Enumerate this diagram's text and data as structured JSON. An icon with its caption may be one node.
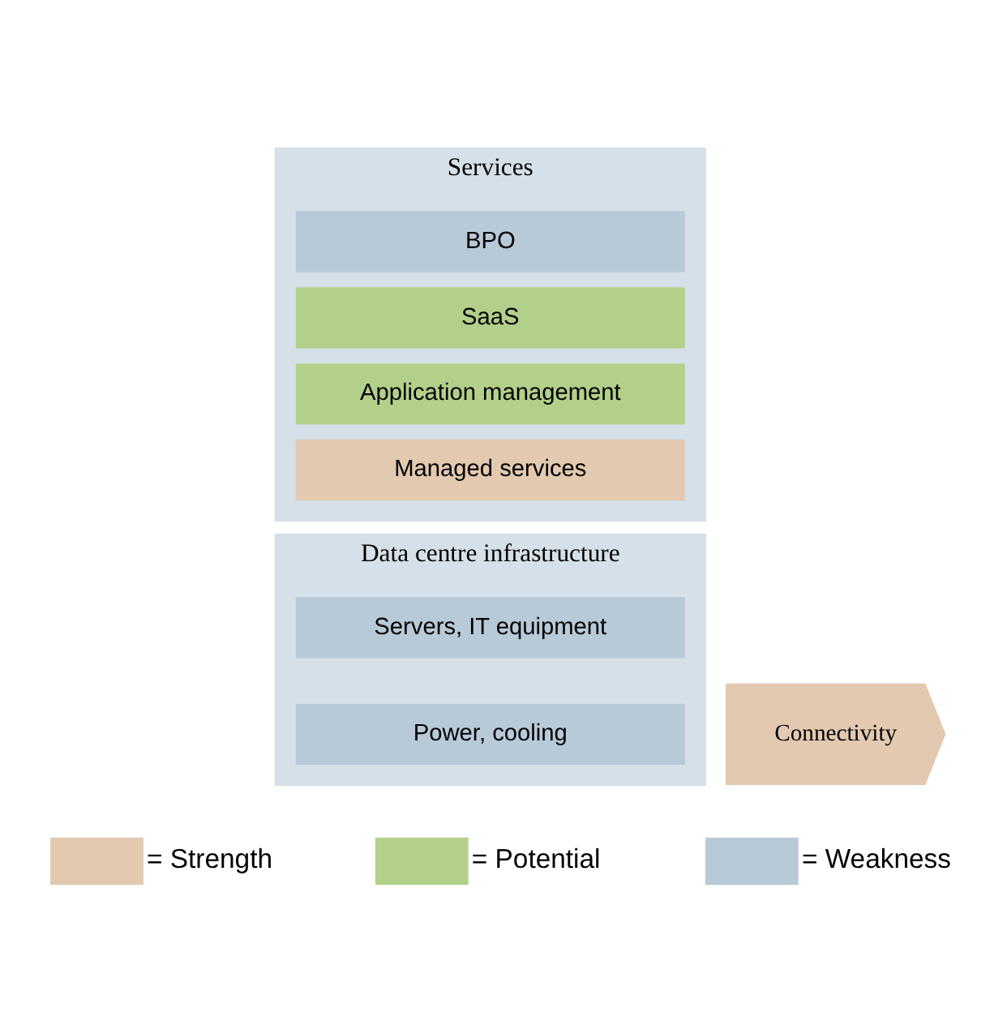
{
  "diagram": {
    "nodes": [
      {
        "text": [
          "Services"
        ]
      },
      {
        "text": [
          "BPO"
        ],
        "in": 0
      },
      {
        "text": [
          "SaaS"
        ],
        "in": 0
      },
      {
        "text": [
          "Application management"
        ],
        "in": 0
      },
      {
        "text": [
          "Managed services"
        ],
        "in": 0
      },
      {
        "text": [
          "Data centre infrastructure"
        ]
      },
      {
        "text": [
          "Servers, IT equipment"
        ],
        "in": 5
      },
      {
        "text": [
          "Power, cooling"
        ],
        "in": 5
      },
      {
        "text": [
          "Connectivity"
        ]
      }
    ],
    "legend": [
      {
        "text": "= Strength",
        "color": "#e2c9b0"
      },
      {
        "text": "= Potential",
        "color": "#b3d08a"
      },
      {
        "text": "= Weakness",
        "color": "#b8c9d8"
      }
    ]
  }
}
